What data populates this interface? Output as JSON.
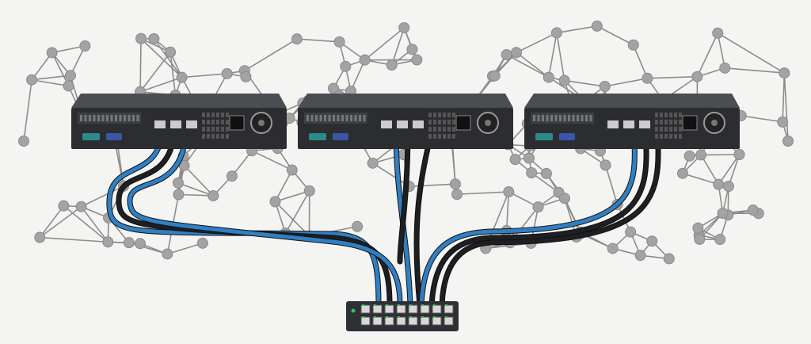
{
  "scene": {
    "subject": "servers-connected-to-network-switch",
    "server_count": 3,
    "switch_ports": 16,
    "icons": [
      "server-icon",
      "network-switch-icon",
      "ethernet-cable-icon",
      "network-mesh-icon",
      "power-socket-icon",
      "fan-icon"
    ]
  },
  "colors": {
    "background": "#f4f4f2",
    "mesh_line": "#8c8c8c",
    "mesh_node": "#a3a3a3",
    "server_body": "#2b2d30",
    "server_panel": "#3c3f43",
    "cable_blue": "#2f7fc4",
    "cable_black": "#1e1f22",
    "switch_body": "#2d3034",
    "port_led": "#3fbf5a"
  }
}
